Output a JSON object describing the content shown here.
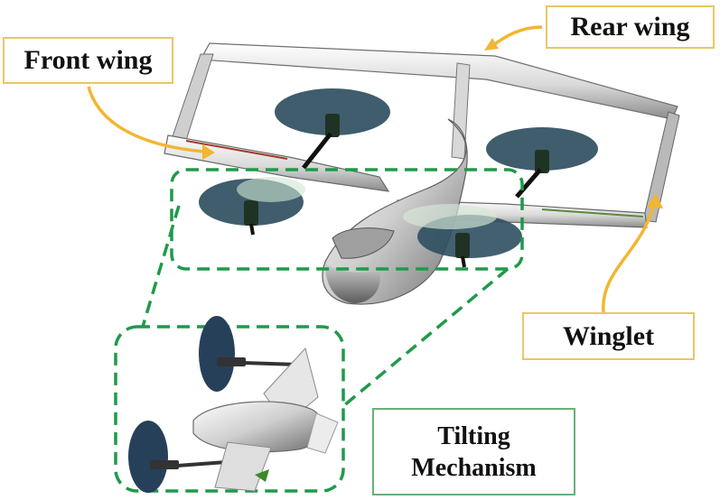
{
  "labels": {
    "front_wing": "Front wing",
    "rear_wing": "Rear wing",
    "winglet": "Winglet",
    "tilting_line1": "Tilting",
    "tilting_line2": "Mechanism"
  },
  "colors": {
    "callout_arrow": "#f2b632",
    "label_border": "#e8c766",
    "dashed_frame": "#1f9a4a",
    "rotor_disc": "#2f4f60",
    "motor": "#1f3324",
    "airframe_light": "#f2f2f2",
    "airframe_dark": "#7a7a7a"
  }
}
